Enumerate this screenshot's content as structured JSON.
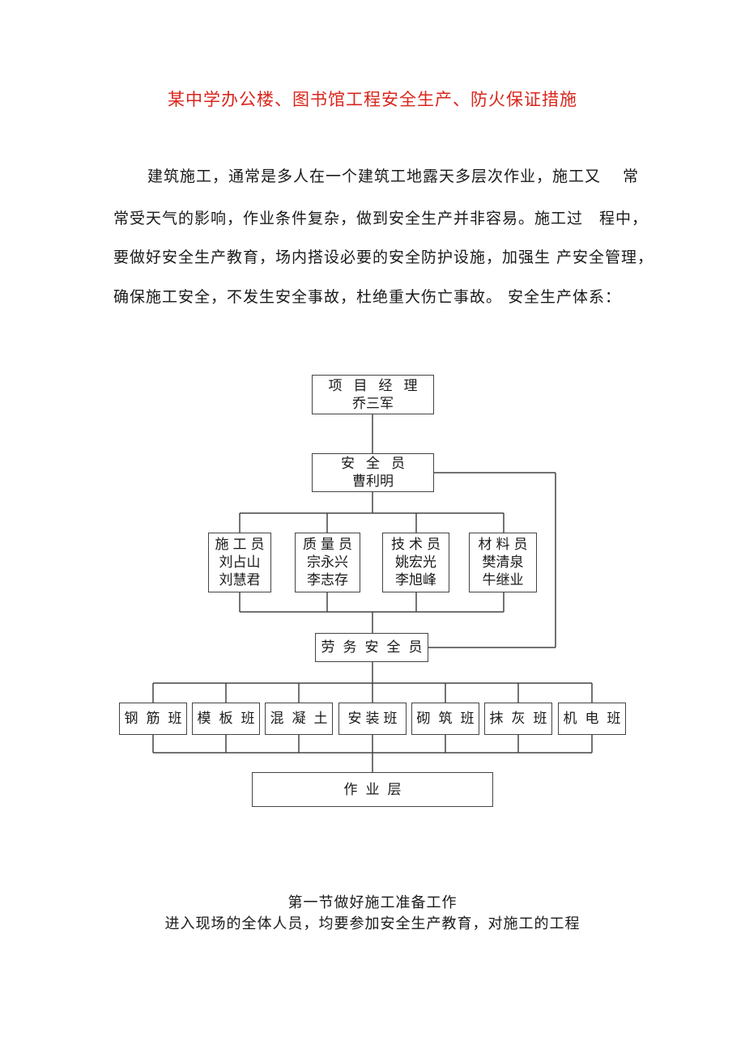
{
  "title": "某中学办公楼、图书馆工程安全生产、防火保证措施",
  "paragraph": [
    "建筑施工，通常是多人在一个建筑工地露天多层次作业，施工又　 常",
    "常受天气的影响，作业条件复杂，做到安全生产并非容易。施工过　程中，",
    "要做好安全生产教育，场内搭设必要的安全防护设施，加强生 产安全管理，",
    "确保施工安全，不发生安全事故，杜绝重大伤亡事故。 安全生产体系："
  ],
  "org_chart": {
    "manager": {
      "title": "项目经理",
      "name": "乔三军"
    },
    "safety_officer": {
      "title": "安全员",
      "name": "曹利明"
    },
    "staff": [
      {
        "title": "施工员",
        "names": [
          "刘占山",
          "刘慧君"
        ]
      },
      {
        "title": "质量员",
        "names": [
          "宗永兴",
          "李志存"
        ]
      },
      {
        "title": "技术员",
        "names": [
          "姚宏光",
          "李旭峰"
        ]
      },
      {
        "title": "材料员",
        "names": [
          "樊清泉",
          "牛继业"
        ]
      }
    ],
    "labor_safety": "劳务安全员",
    "teams": [
      "钢筋班",
      "模板班",
      "混凝土",
      "安装班",
      "砌筑班",
      "抹灰班",
      "机电班"
    ],
    "work_layer": "作业层"
  },
  "section_heading": "第一节做好施工准备工作",
  "section_text": "进入现场的全体人员，均要参加安全生产教育，对施工的工程"
}
